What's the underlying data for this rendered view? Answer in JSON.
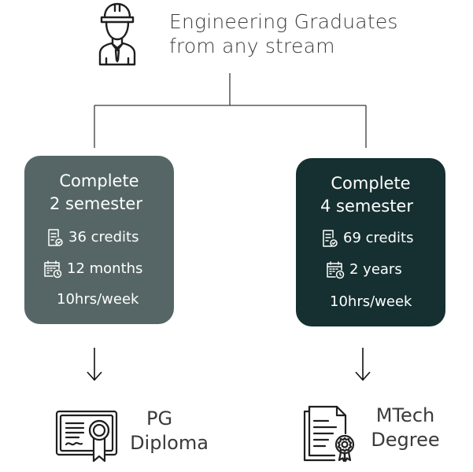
{
  "header": {
    "line1": "Engineering Graduates",
    "line2": "from any stream",
    "icon": "engineer-icon"
  },
  "paths": [
    {
      "title_line1": "Complete",
      "title_line2": "2 semester",
      "credits": "36 credits",
      "duration": "12 months",
      "hours": "10hrs/week",
      "color": "#566666",
      "outcome_line1": "PG",
      "outcome_line2": "Diploma",
      "outcome_icon": "certificate-icon"
    },
    {
      "title_line1": "Complete",
      "title_line2": "4 semester",
      "credits": "69 credits",
      "duration": "2 years",
      "hours": "10hrs/week",
      "color": "#163031",
      "outcome_line1": "MTech",
      "outcome_line2": "Degree",
      "outcome_icon": "degree-document-icon"
    }
  ]
}
